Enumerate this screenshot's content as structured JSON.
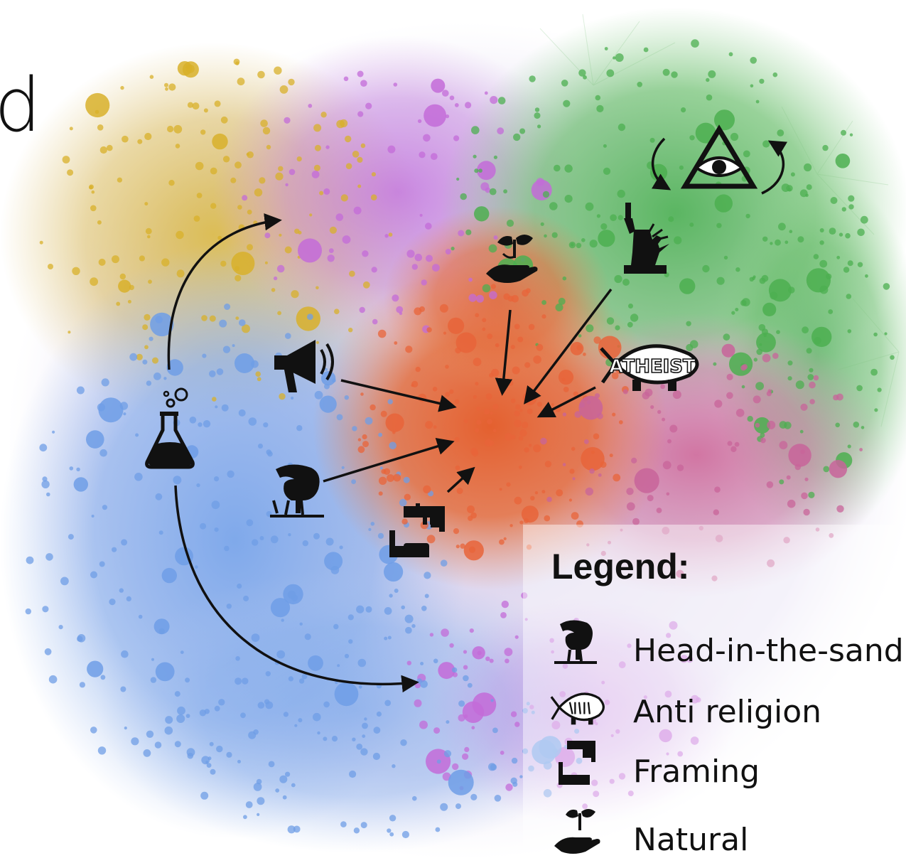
{
  "title_fragment": "d",
  "legend": {
    "title": "Legend:",
    "items": [
      {
        "icon": "ostrich-head-in-sand-icon",
        "label": "Head-in-the-sand"
      },
      {
        "icon": "atheist-fish-icon",
        "label": "Anti religion"
      },
      {
        "icon": "framing-hands-icon",
        "label": "Framing"
      },
      {
        "icon": "hand-plant-icon",
        "label": "Natural"
      }
    ]
  },
  "diagram": {
    "atheist_fish_text": "ATHEIST",
    "cluster_colors": {
      "orange": "#e8643a",
      "green": "#4caf50",
      "blue": "#6f9ee6",
      "yellow": "#d8b02a",
      "purple": "#c36bd8",
      "mauve": "#c8649a"
    },
    "icons": [
      "flask-icon",
      "megaphone-icon",
      "ostrich-head-in-sand-icon",
      "framing-hands-icon",
      "hand-plant-icon",
      "statue-of-liberty-icon",
      "atheist-fish-icon",
      "eye-of-providence-icon"
    ]
  }
}
